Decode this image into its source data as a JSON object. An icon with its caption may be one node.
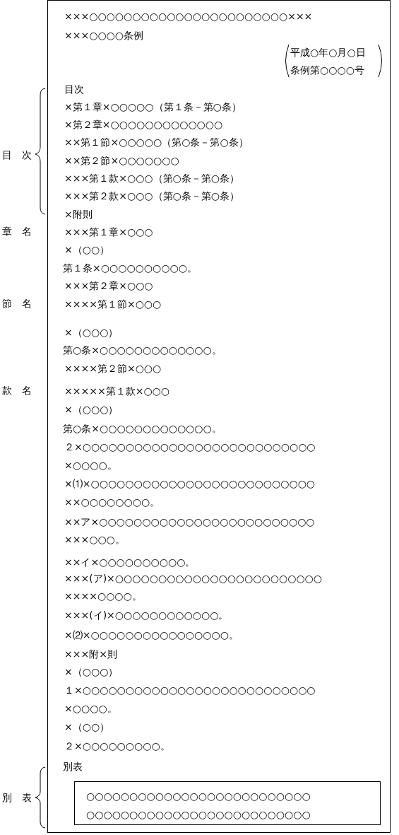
{
  "diagram": {
    "nodes": [
      {
        "text": [
          "×××○○○○○○○○○○○○○○○○○○○○○○○×××",
          "×××○○○○条例",
          "平成○年○月○日",
          "条例第○○○○号",
          "目次",
          "×第１章×○○○○○（第１条－第○条）",
          "×第２章×○○○○○○○○○○○○○",
          "××第１節×○○○○○（第○条－第○条）",
          "××第２節×○○○○○○○",
          "×××第１款×○○○（第○条－第○条）",
          "×××第２款×○○○（第○条－第○条）",
          "×附則",
          "×××第１章×○○○",
          "×（○○）",
          "第１条×○○○○○○○○○○。",
          "×××第２章×○○○",
          "××××第１節×○○○",
          "×（○○○）",
          "第○条×○○○○○○○○○○○○○。",
          "××××第２節×○○○",
          "×××××第１款×○○○",
          "×（○○○）",
          "第○条×○○○○○○○○○○○○○。",
          "２×○○○○○○○○○○○○○○○○○○○○○○○○○○○",
          "×○○○○。",
          "×⑴×○○○○○○○○○○○○○○○○○○○○○○○○○○",
          "××○○○○○○○○。",
          "××ア×○○○○○○○○○○○○○○○○○○○○○○○○○",
          "×××○○○。",
          "××イ×○○○○○○○○○○。",
          "×××(ア)×○○○○○○○○○○○○○○○○○○○○○○○○",
          "××××○○○○。",
          "×××(イ)×○○○○○○○○○○○○。",
          "×⑵×○○○○○○○○○○○○○○○○。",
          "×××附×則",
          "×（○○○）",
          "１×○○○○○○○○○○○○○○○○○○○○○○○○○○○",
          "×○○○○。",
          "×（○○）",
          "２×○○○○○○○○○。",
          "別表"
        ]
      },
      {
        "text": [
          "○○○○○○○○○○○○○○○○○○○○○○○○○○",
          "○○○○○○○○○○○○○○○○○○○○○○○○○○"
        ],
        "in": 0
      }
    ],
    "labels": [
      "目　次",
      "章　名",
      "節　名",
      "款　名",
      "別　表"
    ]
  }
}
